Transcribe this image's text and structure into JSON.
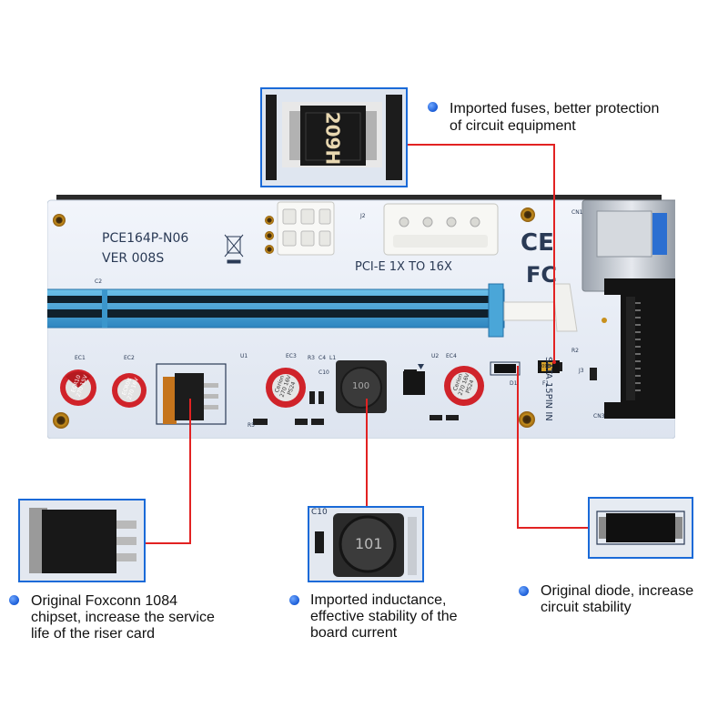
{
  "board": {
    "model": "PCE164P-N06",
    "version": "VER 008S",
    "slot_label": "PCI-E 1X TO 16X",
    "sata_label": "SATA 15PIN IN",
    "ce_mark": "CE",
    "fcc_mark": "FC",
    "designators": {
      "j2": "J2",
      "cn1": "CN1",
      "cn3": "CN3",
      "c2": "C2",
      "ec1": "EC1",
      "ec2": "EC2",
      "u1": "U1",
      "ec3": "EC3",
      "r3": "R3",
      "c4": "C4",
      "l1": "L1",
      "c10": "C10",
      "u2": "U2",
      "ec4": "EC4",
      "r2": "R2",
      "j3": "J3",
      "f1": "F1",
      "d1": "D1",
      "r5": "R5"
    },
    "capacitors": {
      "ec1_text": "ECR10 270 15V",
      "ec2_text": "ECR08 270 16V",
      "ec3_text": "Cerion 270 16V PS24",
      "ec4_text": "Cerion 270 16V PS24"
    },
    "inductor_marking": "100",
    "fuse_marking": "209H"
  },
  "callouts": {
    "fuse": {
      "text_line1": "Imported fuses, better protection",
      "text_line2": "of circuit equipment",
      "zoom_marking": "209H"
    },
    "chipset": {
      "text_line1": "Original Foxconn 1084",
      "text_line2": "chipset, increase the service",
      "text_line3": "life of the riser card"
    },
    "inductance": {
      "text_line1": "Imported inductance,",
      "text_line2": "effective stability of the",
      "text_line3": "board current",
      "zoom_marking": "101",
      "zoom_label": "C10"
    },
    "diode": {
      "text_line1": "Original diode, increase",
      "text_line2": "circuit stability"
    }
  },
  "colors": {
    "pcb": "#e9eef6",
    "slot": "#4aa6d8",
    "callout_border": "#1a6ad8",
    "leader_line": "#e22222",
    "capacitor_red": "#c8202a"
  }
}
